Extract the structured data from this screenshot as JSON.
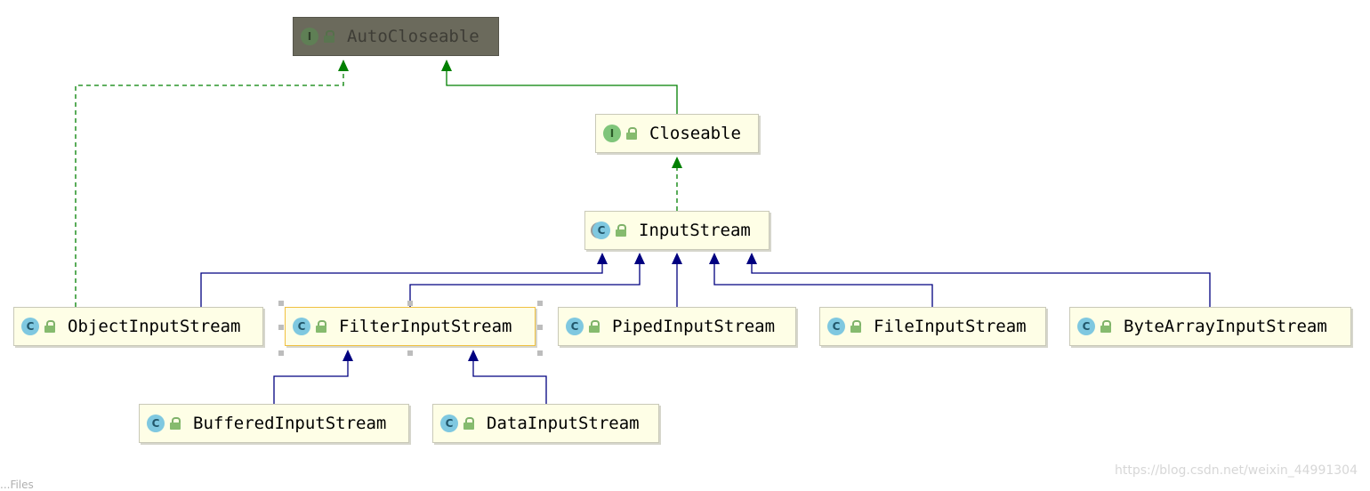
{
  "diagram": {
    "nodes": {
      "autocloseable": {
        "label": "AutoCloseable",
        "kind": "interface",
        "badge": "I"
      },
      "closeable": {
        "label": "Closeable",
        "kind": "interface",
        "badge": "I"
      },
      "inputstream": {
        "label": "InputStream",
        "kind": "abstract-class",
        "badge": "C"
      },
      "objectinputstream": {
        "label": "ObjectInputStream",
        "kind": "class",
        "badge": "C"
      },
      "filterinputstream": {
        "label": "FilterInputStream",
        "kind": "class",
        "badge": "C"
      },
      "pipedinputstream": {
        "label": "PipedInputStream",
        "kind": "class",
        "badge": "C"
      },
      "fileinputstream": {
        "label": "FileInputStream",
        "kind": "class",
        "badge": "C"
      },
      "bytearrayinputstream": {
        "label": "ByteArrayInputStream",
        "kind": "class",
        "badge": "C"
      },
      "bufferedinputstream": {
        "label": "BufferedInputStream",
        "kind": "class",
        "badge": "C"
      },
      "datainputstream": {
        "label": "DataInputStream",
        "kind": "class",
        "badge": "C"
      }
    },
    "edges": [
      {
        "from": "objectinputstream",
        "to": "autocloseable",
        "type": "implements"
      },
      {
        "from": "closeable",
        "to": "autocloseable",
        "type": "extends"
      },
      {
        "from": "inputstream",
        "to": "closeable",
        "type": "implements"
      },
      {
        "from": "objectinputstream",
        "to": "inputstream",
        "type": "extends"
      },
      {
        "from": "filterinputstream",
        "to": "inputstream",
        "type": "extends"
      },
      {
        "from": "pipedinputstream",
        "to": "inputstream",
        "type": "extends"
      },
      {
        "from": "fileinputstream",
        "to": "inputstream",
        "type": "extends"
      },
      {
        "from": "bytearrayinputstream",
        "to": "inputstream",
        "type": "extends"
      },
      {
        "from": "bufferedinputstream",
        "to": "filterinputstream",
        "type": "extends"
      },
      {
        "from": "datainputstream",
        "to": "filterinputstream",
        "type": "extends"
      }
    ],
    "colors": {
      "interface_edge": "#008000",
      "class_edge": "#000080"
    }
  },
  "watermark": "https://blog.csdn.net/weixin_44991304",
  "corner_text": "...Files"
}
